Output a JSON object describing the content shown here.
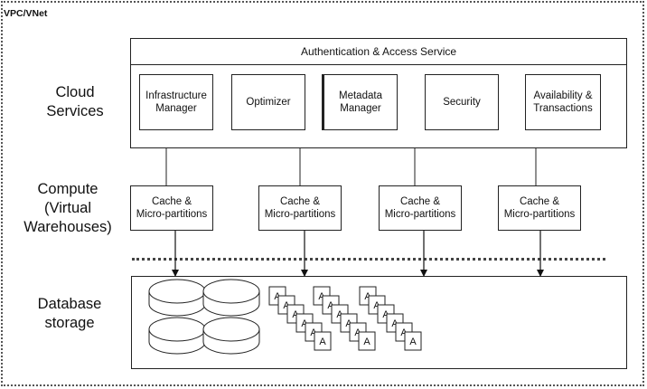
{
  "vpc_label": "VPC/VNet",
  "rows": {
    "cloud": [
      "Cloud",
      "Services"
    ],
    "compute": [
      "Compute",
      "(Virtual",
      "Warehouses)"
    ],
    "storage": [
      "Database",
      "storage"
    ]
  },
  "auth_service": "Authentication & Access Service",
  "services": [
    [
      "Infrastructure",
      "Manager"
    ],
    [
      "Optimizer"
    ],
    [
      "Metadata",
      "Manager"
    ],
    [
      "Security"
    ],
    [
      "Availability &",
      "Transactions"
    ]
  ],
  "compute_nodes": [
    [
      "Cache &",
      "Micro-partitions"
    ],
    [
      "Cache &",
      "Micro-partitions"
    ],
    [
      "Cache &",
      "Micro-partitions"
    ],
    [
      "Cache &",
      "Micro-partitions"
    ]
  ],
  "file_letter": "A"
}
